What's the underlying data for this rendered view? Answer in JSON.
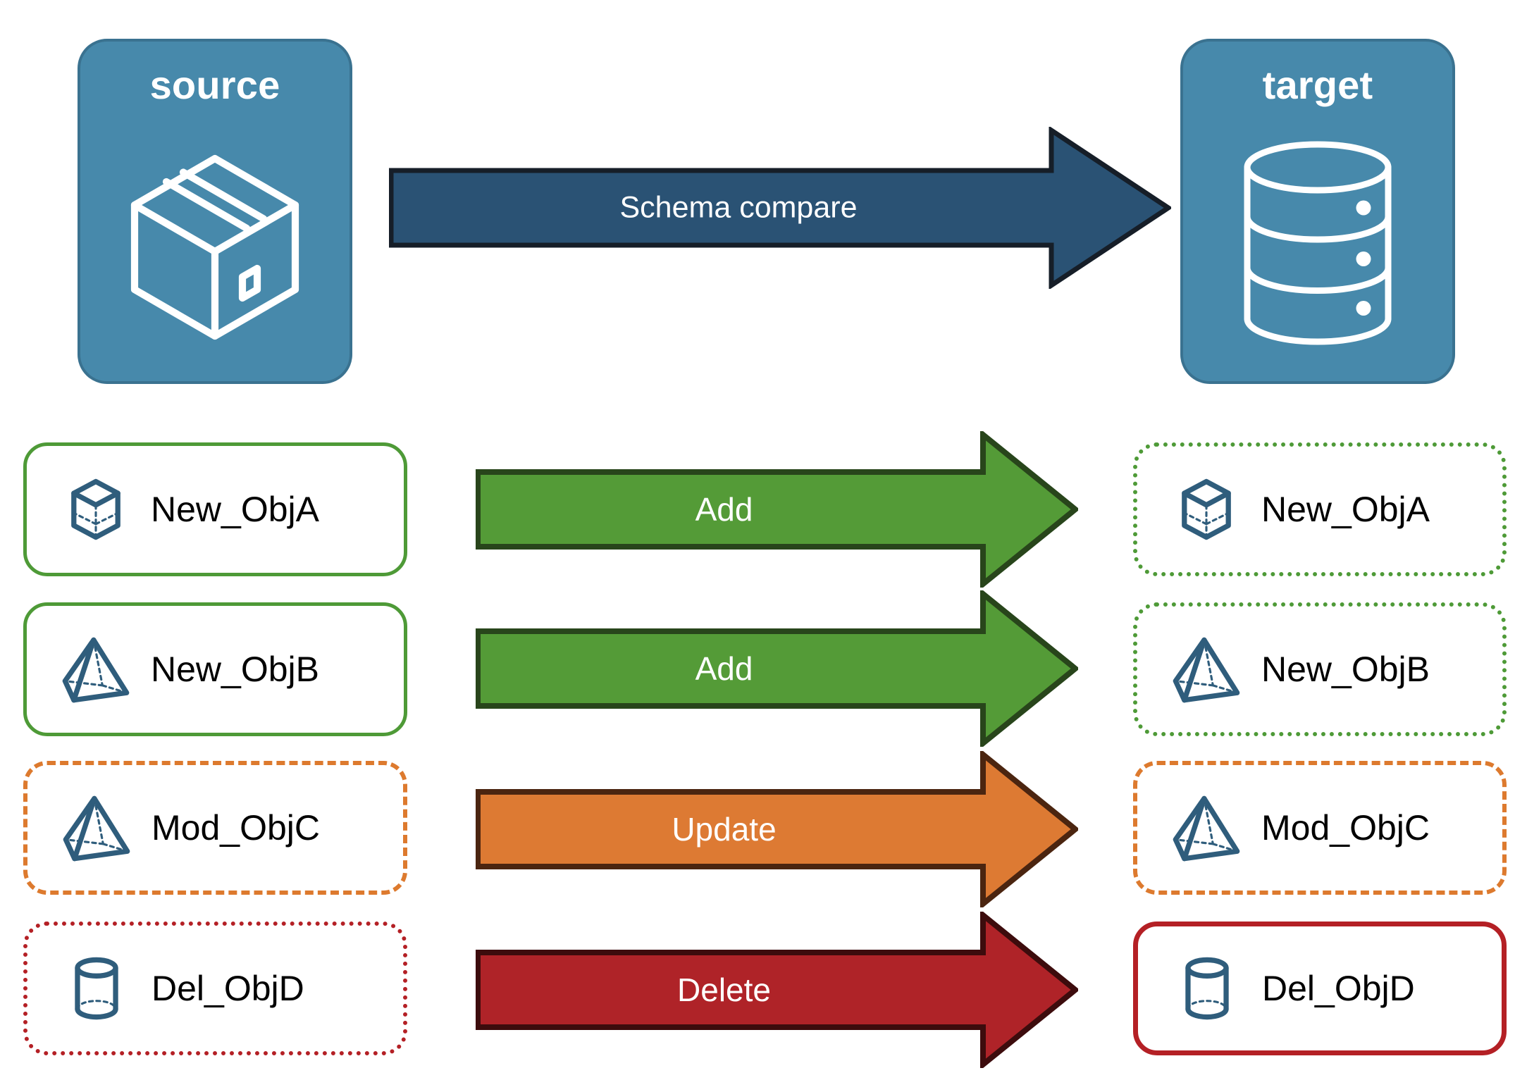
{
  "diagram": {
    "title": "Schema compare",
    "source_panel": {
      "label": "source",
      "icon": "package-box-icon",
      "fill": "#4789ab",
      "border": "#3A7290"
    },
    "target_panel": {
      "label": "target",
      "icon": "database-cylinder-icon",
      "fill": "#4789ab",
      "border": "#3A7290"
    },
    "compare_arrow": {
      "label": "Schema compare",
      "fill": "#2A5274",
      "border": "#161E28",
      "direction": "right"
    },
    "rows": [
      {
        "source_label": "New_ObjA",
        "source_icon": "wireframe-cube-icon",
        "source_border_style": "solid",
        "source_border_color": "#4E9A37",
        "action_label": "Add",
        "action_fill": "#549B37",
        "action_border": "#28451B",
        "target_label": "New_ObjA",
        "target_icon": "wireframe-cube-icon",
        "target_border_style": "dotted",
        "target_border_color": "#4E9A37"
      },
      {
        "source_label": "New_ObjB",
        "source_icon": "wireframe-pyramid-icon",
        "source_border_style": "solid",
        "source_border_color": "#4E9A37",
        "action_label": "Add",
        "action_fill": "#549B37",
        "action_border": "#28451B",
        "target_label": "New_ObjB",
        "target_icon": "wireframe-pyramid-icon",
        "target_border_style": "dotted",
        "target_border_color": "#4E9A37"
      },
      {
        "source_label": "Mod_ObjC",
        "source_icon": "wireframe-pyramid-icon",
        "source_border_style": "dashed",
        "source_border_color": "#DD7A2E",
        "action_label": "Update",
        "action_fill": "#DD7A33",
        "action_border": "#4B2510",
        "target_label": "Mod_ObjC",
        "target_icon": "wireframe-pyramid-icon",
        "target_border_style": "dashed",
        "target_border_color": "#DD7A2E"
      },
      {
        "source_label": "Del_ObjD",
        "source_icon": "wireframe-cylinder-icon",
        "source_border_style": "dotted",
        "source_border_color": "#B42025",
        "action_label": "Delete",
        "action_fill": "#AF2328",
        "action_border": "#3D0C0D",
        "target_label": "Del_ObjD",
        "target_icon": "wireframe-cylinder-icon",
        "target_border_style": "solid",
        "target_border_color": "#B42025"
      }
    ],
    "palette": {
      "panel_blue": "#4789ab",
      "navy": "#2A5274",
      "green": "#549B37",
      "orange": "#DD7A33",
      "red": "#AF2328",
      "icon_blue": "#2F5D7C"
    }
  }
}
